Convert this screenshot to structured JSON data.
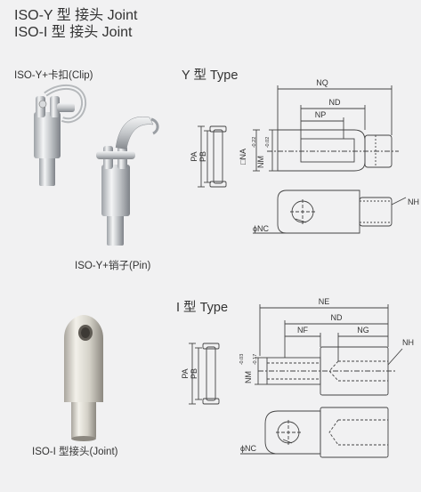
{
  "header": {
    "line1": "ISO-Y 型 接头 Joint",
    "line2": "ISO-I 型 接头 Joint"
  },
  "captions": {
    "clip": "ISO-Y+卡扣(Clip)",
    "pin": "ISO-Y+销子(Pin)",
    "joint": "ISO-I 型接头(Joint)"
  },
  "y_type": {
    "heading": "Y 型 Type",
    "dims": {
      "nq": "NQ",
      "nd": "ND",
      "np": "NP",
      "na": "□NA",
      "nm": "NM",
      "nm_tol_top": "-0.22",
      "nm_tol_bot": "-0.02",
      "pa": "PA",
      "pb": "PB",
      "nh": "NH",
      "nc": "ϕNC"
    }
  },
  "i_type": {
    "heading": "I 型 Type",
    "dims": {
      "ne": "NE",
      "nd": "ND",
      "nf": "NF",
      "ng": "NG",
      "nm": "NM",
      "nm_tol_top": "-0.03",
      "nm_tol_bot": "-0.17",
      "pa": "PA",
      "pb": "PB",
      "nh": "NH",
      "nc": "ϕNC"
    }
  },
  "colors": {
    "background": "#f1f1f2",
    "line": "#444444",
    "metal_light": "#e4e6e8",
    "metal_dark": "#8b8f94"
  }
}
